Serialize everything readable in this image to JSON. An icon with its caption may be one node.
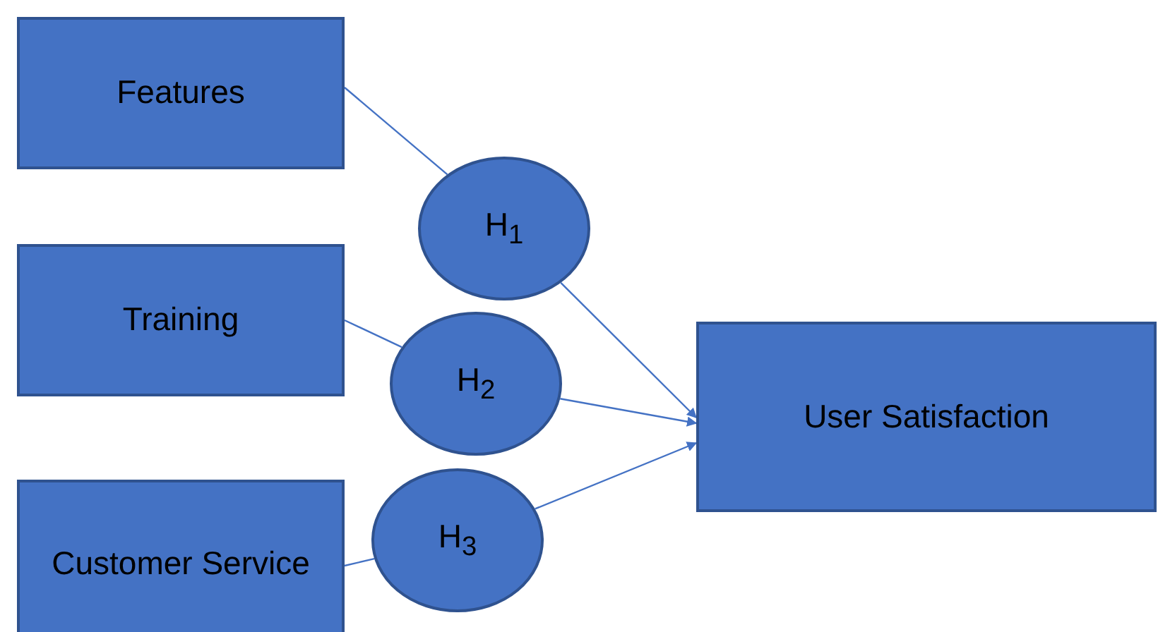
{
  "diagram": {
    "nodes": [
      {
        "text": [
          "Features"
        ]
      },
      {
        "text": [
          "H$_{1}$"
        ]
      },
      {
        "text": [
          "Training"
        ]
      },
      {
        "text": [
          "H$_{2}$"
        ]
      },
      {
        "text": [
          "Customer Service"
        ]
      },
      {
        "text": [
          "H$_{3}$"
        ]
      },
      {
        "text": [
          "User Satisfaction"
        ]
      }
    ],
    "edges": [
      {
        "from": 0,
        "to": 1,
        "arrow": "none"
      },
      {
        "from": 1,
        "to": 6,
        "arrow": "to"
      },
      {
        "from": 2,
        "to": 3,
        "arrow": "none"
      },
      {
        "from": 3,
        "to": 6,
        "arrow": "to"
      },
      {
        "from": 4,
        "to": 5,
        "arrow": "none"
      },
      {
        "from": 5,
        "to": 6,
        "arrow": "to"
      }
    ]
  }
}
